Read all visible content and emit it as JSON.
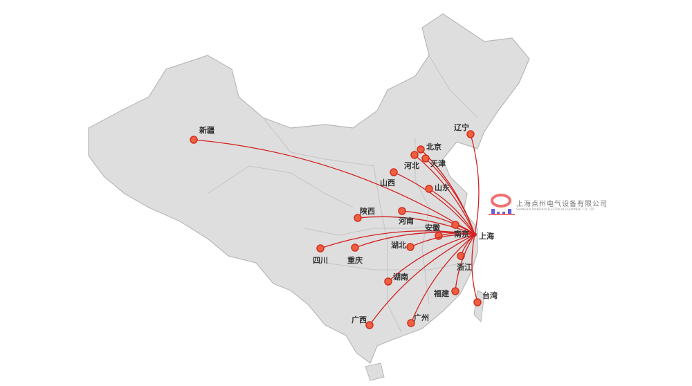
{
  "map": {
    "hub": "上海",
    "destinations": [
      "新疆",
      "辽宁",
      "北京",
      "天津",
      "河北",
      "山西",
      "山东",
      "陕西",
      "河南",
      "安徽",
      "南京",
      "四川",
      "重庆",
      "湖北",
      "浙江",
      "湖南",
      "福建",
      "台湾",
      "广西",
      "广州"
    ],
    "route_color": "#d42020",
    "land_color": "#dedede",
    "border_color": "#bbbbbb"
  },
  "logo": {
    "name_cn": "上海点州电气设备有限公司",
    "name_en": "SHANGHAI DIANZHOU ELECTRICAL EQUIPMENT CO., LTD",
    "ring_color": "#f07070",
    "bar_color": "#6060e0"
  }
}
